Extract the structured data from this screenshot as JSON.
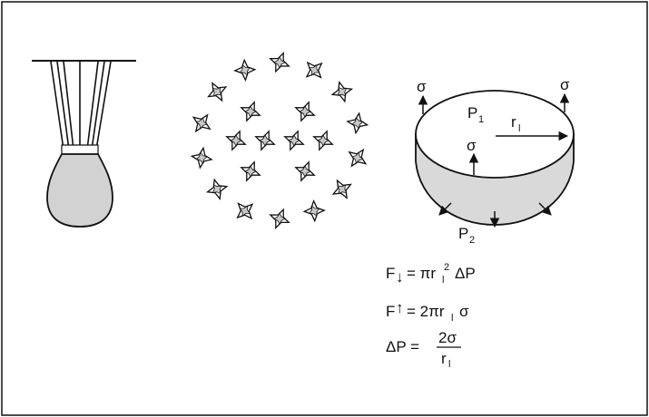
{
  "labels": {
    "sigma": "σ",
    "p1": "P",
    "p1_sub": "1",
    "p2": "P",
    "p2_sub": "2",
    "radius": "r",
    "radius_sub": "l"
  },
  "equations": {
    "eq1": {
      "lhs": "F",
      "arrow": "↓",
      "rhs_a": "= πr",
      "sub": "l",
      "sup": "2",
      "rhs_b": "ΔP"
    },
    "eq2": {
      "lhs": "F",
      "arrow": "↑",
      "rhs_a": "= 2πr",
      "sub": "l",
      "rhs_b": "σ"
    },
    "eq3": {
      "lhs": "ΔP =",
      "num": "2σ",
      "den": "r",
      "den_sub": "l"
    }
  },
  "colors": {
    "outline": "#111111",
    "drop_fill": "#d2d2d2",
    "cup_fill": "#d9d9d9",
    "cell_fill": "#c8c8c8"
  },
  "icons": {
    "cell": "star-molecule-icon"
  }
}
